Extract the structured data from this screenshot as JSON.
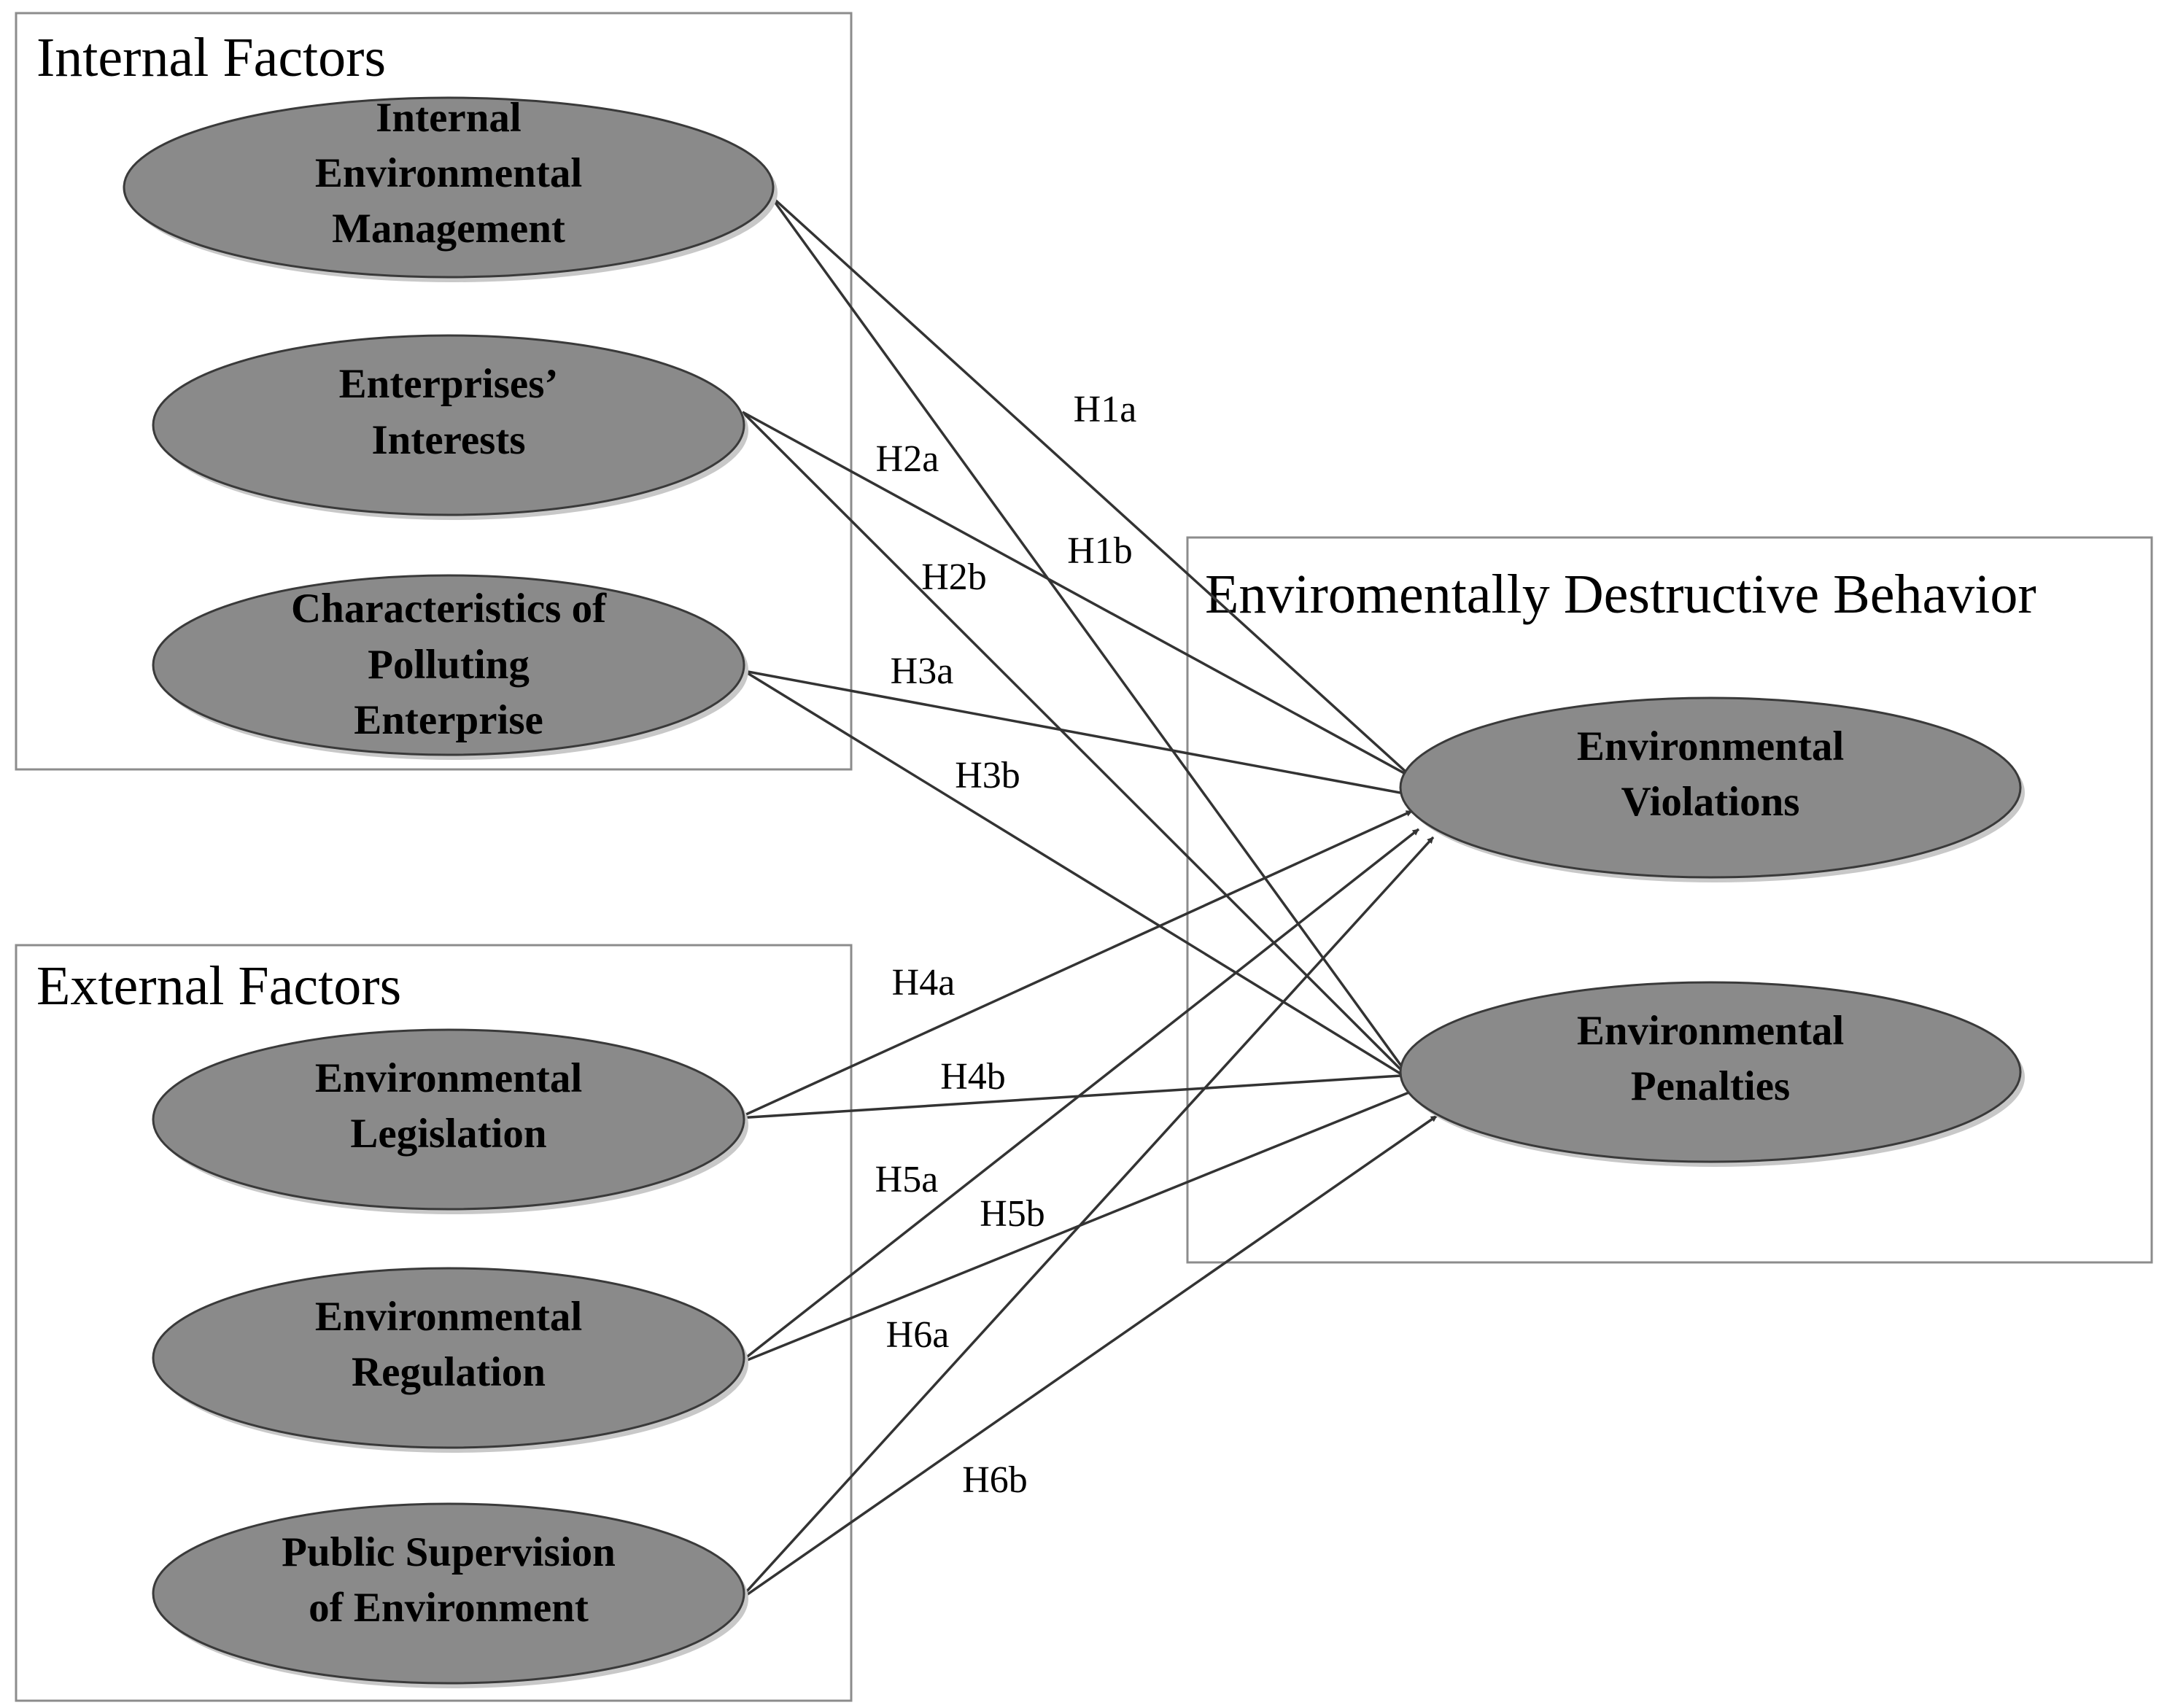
{
  "groups": {
    "internal": {
      "title": "Internal Factors"
    },
    "external": {
      "title": "External Factors"
    },
    "outcome": {
      "title": "Enviromentally Destructive Behavior"
    }
  },
  "nodes": {
    "iem": {
      "lines": [
        "Internal",
        "Environmental",
        "Management"
      ]
    },
    "ei": {
      "lines": [
        "Enterprises’",
        "Interests"
      ]
    },
    "cpe": {
      "lines": [
        "Characteristics of",
        "Polluting",
        "Enterprise"
      ]
    },
    "el": {
      "lines": [
        "Environmental",
        "Legislation"
      ]
    },
    "er": {
      "lines": [
        "Environmental",
        "Regulation"
      ]
    },
    "pse": {
      "lines": [
        "Public Supervision",
        "of  Environment"
      ]
    },
    "ev": {
      "lines": [
        "Environmental",
        "Violations"
      ]
    },
    "ep": {
      "lines": [
        "Environmental",
        "Penalties"
      ]
    }
  },
  "edges": [
    {
      "id": "h1a",
      "label": "H1a",
      "from": "iem",
      "to": "ev"
    },
    {
      "id": "h1b",
      "label": "H1b",
      "from": "iem",
      "to": "ep"
    },
    {
      "id": "h2a",
      "label": "H2a",
      "from": "ei",
      "to": "ev"
    },
    {
      "id": "h2b",
      "label": "H2b",
      "from": "ei",
      "to": "ep"
    },
    {
      "id": "h3a",
      "label": "H3a",
      "from": "cpe",
      "to": "ev"
    },
    {
      "id": "h3b",
      "label": "H3b",
      "from": "cpe",
      "to": "ep"
    },
    {
      "id": "h4a",
      "label": "H4a",
      "from": "el",
      "to": "ev"
    },
    {
      "id": "h4b",
      "label": "H4b",
      "from": "el",
      "to": "ep"
    },
    {
      "id": "h5a",
      "label": "H5a",
      "from": "er",
      "to": "ev"
    },
    {
      "id": "h5b",
      "label": "H5b",
      "from": "er",
      "to": "ep"
    },
    {
      "id": "h6a",
      "label": "H6a",
      "from": "pse",
      "to": "ev"
    },
    {
      "id": "h6b",
      "label": "H6b",
      "from": "pse",
      "to": "ep"
    }
  ],
  "colors": {
    "node_fill": "#8a8a8a",
    "node_stroke": "#3a3a3a",
    "edge": "#333333",
    "box": "#8c8c8c"
  }
}
